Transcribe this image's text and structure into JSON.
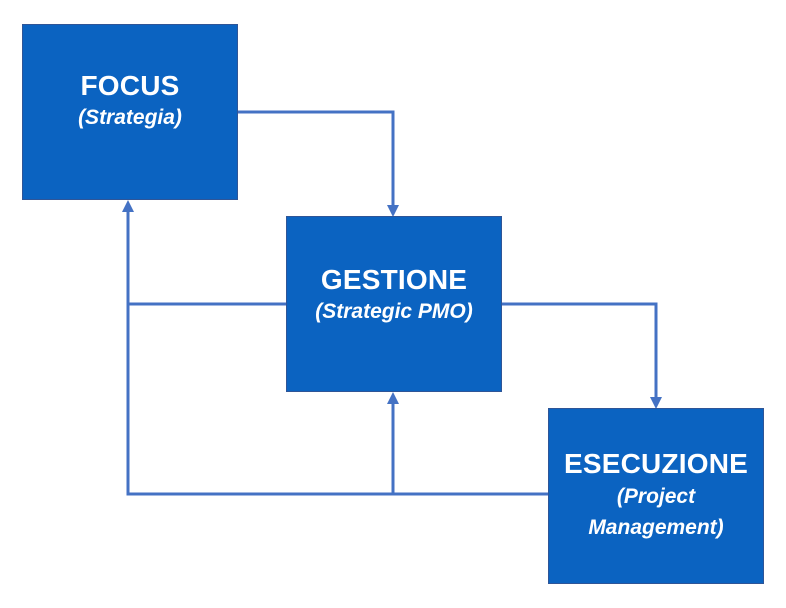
{
  "diagram": {
    "colors": {
      "box_fill": "#0b63c1",
      "box_border": "#2f5597",
      "text": "#ffffff",
      "connector": "#4472c4"
    },
    "nodes": [
      {
        "id": "focus",
        "title": "FOCUS",
        "subtitle": "(Strategia)"
      },
      {
        "id": "gestione",
        "title": "GESTIONE",
        "subtitle": "(Strategic PMO)"
      },
      {
        "id": "esecuzione",
        "title": "ESECUZIONE",
        "subtitle": "(Project Management)"
      }
    ],
    "edges": [
      {
        "from": "focus",
        "to": "gestione"
      },
      {
        "from": "gestione",
        "to": "esecuzione"
      },
      {
        "from": "gestione",
        "to": "focus"
      },
      {
        "from": "esecuzione",
        "to": "gestione"
      },
      {
        "from": "esecuzione",
        "to": "focus"
      }
    ]
  }
}
